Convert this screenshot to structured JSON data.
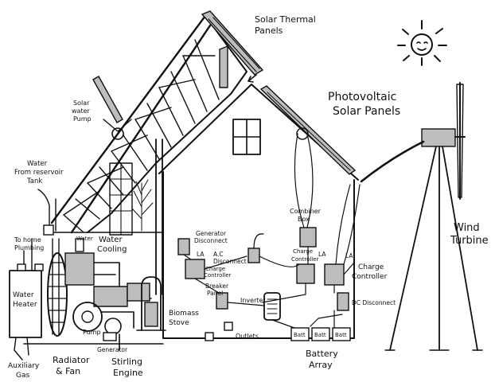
{
  "labels": {
    "solar_thermal": [
      "Solar Thermal",
      "Panels"
    ],
    "photovoltaic": [
      "Photovoltaic",
      "Solar Panels"
    ],
    "solar_water_pump": [
      "Solar",
      "water",
      "Pump"
    ],
    "water_from_reservoir": [
      "Water",
      "From reservoir",
      "Tank"
    ],
    "to_home_plumbing": [
      "To home",
      "Plumbing"
    ],
    "water_heater": [
      "Water",
      "Heater"
    ],
    "water_cooling": [
      "Water",
      "Cooling"
    ],
    "water_small": "Water",
    "auxiliary_gas": [
      "Auxiliary",
      "Gas"
    ],
    "radiator_fan": [
      "Radiator",
      "& Fan"
    ],
    "pump": "Pump",
    "generator": "Generator",
    "stirling_engine": [
      "Stirling",
      "Engine"
    ],
    "biomass_stove": [
      "Biomass",
      "Stove"
    ],
    "generator_disconnect": [
      "Generator",
      "Disconnect"
    ],
    "ac_disconnect": [
      "A.C",
      "Disconnect"
    ],
    "la_ac": "LA",
    "charge_controller_left": [
      "Charge",
      "Controller"
    ],
    "breaker_panel": [
      "Breaker",
      "Panel"
    ],
    "inverter": "Inverter",
    "outlets": "Outlets",
    "combiner_box": [
      "Combiner",
      "Box"
    ],
    "la_combiner": "LA",
    "charge_controller_mid": [
      "Charge",
      "Controller"
    ],
    "la_right": "LA",
    "charge_controller_right": [
      "Charge",
      "Controller"
    ],
    "dc_disconnect": "DC Disconnect",
    "battery_array": [
      "Battery",
      "Array"
    ],
    "battery_cell": "Batt",
    "wind_turbine": [
      "Wind",
      "Turbine"
    ]
  }
}
